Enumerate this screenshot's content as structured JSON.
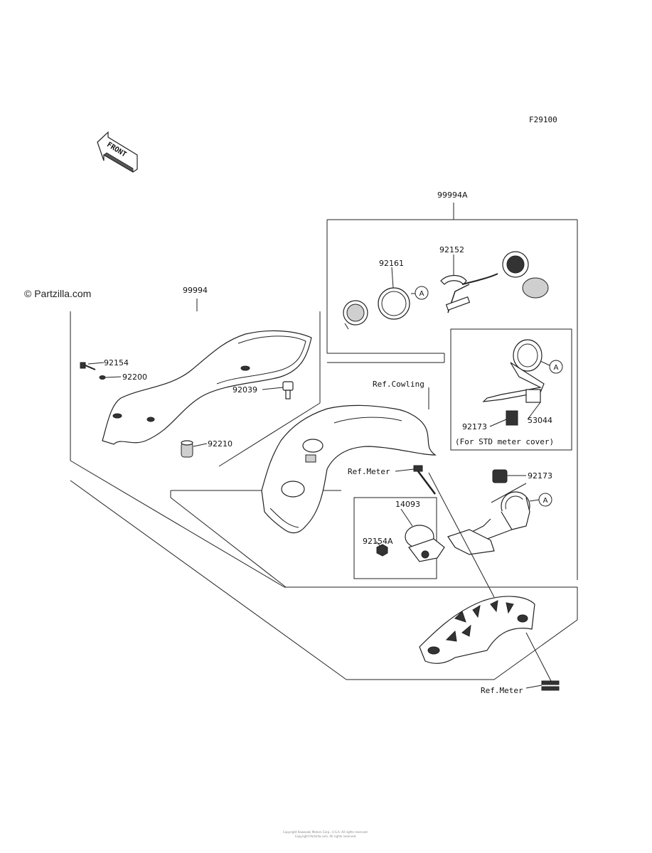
{
  "figure_code": "F29100",
  "front_label": "FRONT",
  "watermark": "© Partzilla.com",
  "callouts": {
    "p99994": "99994",
    "p99994A": "99994A",
    "p92161": "92161",
    "p92152": "92152",
    "p92154": "92154",
    "p92200": "92200",
    "p92039": "92039",
    "p92210": "92210",
    "ref_cowling": "Ref.Cowling",
    "ref_meter_1": "Ref.Meter",
    "ref_meter_2": "Ref.Meter",
    "p92173_a": "92173",
    "p53044": "53044",
    "std_meter_note": "(For STD meter cover)",
    "p92173_b": "92173",
    "p14093": "14093",
    "p92154A": "92154A",
    "ref_A_1": "A",
    "ref_A_2": "A",
    "ref_A_3": "A"
  },
  "footer": {
    "line1": "Copyright Kawasaki Motors Corp., U.S.A. All rights reserved.",
    "line2": "Copyright Partzilla.com. All rights reserved."
  }
}
